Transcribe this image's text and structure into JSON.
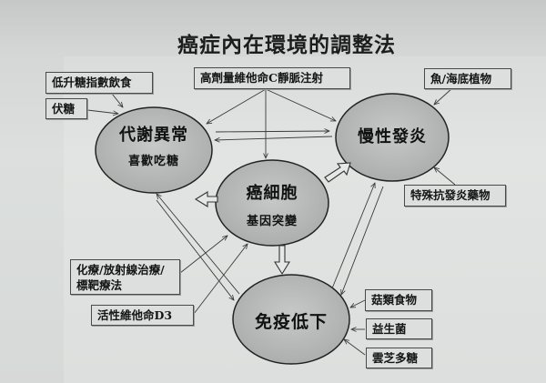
{
  "title": "癌症內在環境的調整法",
  "nodes": {
    "metabolic": {
      "title": "代謝異常",
      "subtitle": "喜歡吃糖"
    },
    "inflammation": {
      "title": "慢性發炎",
      "subtitle": ""
    },
    "cancer_cell": {
      "title": "癌細胞",
      "subtitle": "基因突變"
    },
    "immunity": {
      "title": "免疫低下",
      "subtitle": ""
    }
  },
  "boxes": {
    "low_gi_diet": "低升糖指數飲食",
    "fu_sugar": "伏糖",
    "vitamin_c_iv": "高劑量維他命C靜脈注射",
    "fish_seaweed": "魚/海底植物",
    "anti_inflammatory": "特殊抗發炎藥物",
    "chemo_line1": "化療/放射線治療/",
    "chemo_line2": "標靶療法",
    "vitamin_d3": "活性維他命D3",
    "mushroom": "菇類食物",
    "probiotics": "益生菌",
    "yunzhi": "雲芝多糖"
  },
  "colors": {
    "ellipse_fill": "#b4b7b6",
    "line": "#3a3a3a",
    "text": "#151515"
  }
}
